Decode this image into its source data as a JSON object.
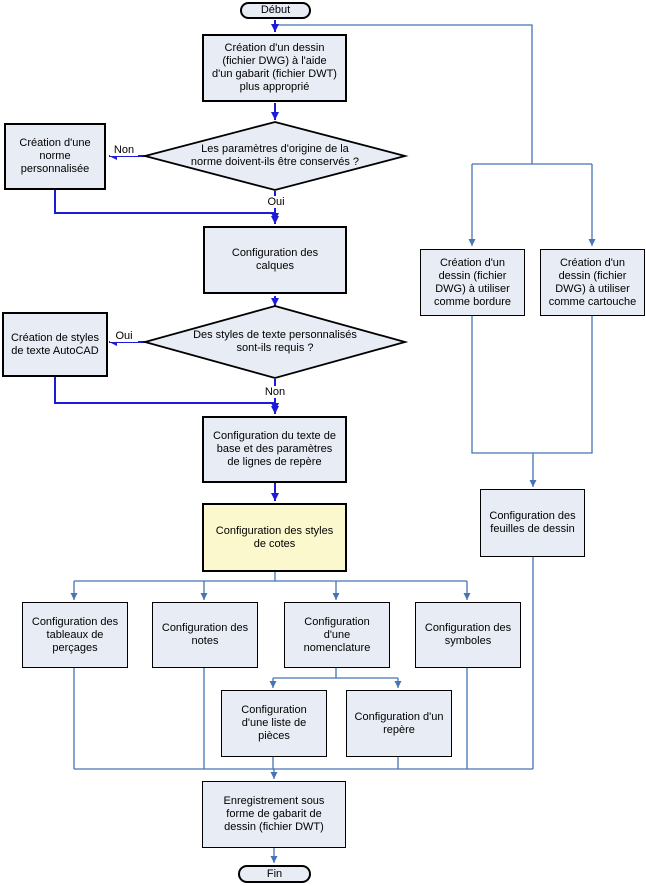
{
  "colors": {
    "main_flow": "#1c1cd8",
    "branch_flow": "#4674b4",
    "node_fill": "#e8ecf4",
    "highlight_fill": "#fcf8ce",
    "border": "#000000"
  },
  "nodes": {
    "start": {
      "label": "Début"
    },
    "create_dwg": {
      "label": "Création d'un dessin\n(fichier DWG) à l'aide\nd'un gabarit (fichier DWT)\nplus approprié"
    },
    "decision_norme": {
      "label": "Les paramètres d'origine de la\nnorme doivent-ils être conservés ?"
    },
    "norme_perso": {
      "label": "Création d'une\nnorme\npersonnalisée"
    },
    "calques": {
      "label": "Configuration des\ncalques"
    },
    "decision_texte": {
      "label": "Des styles de texte personnalisés\nsont-ils requis ?"
    },
    "styles_texte": {
      "label": "Création de styles\nde texte AutoCAD"
    },
    "texte_base": {
      "label": "Configuration du texte de\nbase et des paramètres\nde lignes de repère"
    },
    "styles_cotes": {
      "label": "Configuration des styles\nde cotes"
    },
    "bordure": {
      "label": "Création d'un\ndessin (fichier\nDWG) à utiliser\ncomme bordure"
    },
    "cartouche": {
      "label": "Création d'un\ndessin (fichier\nDWG) à utiliser\ncomme cartouche"
    },
    "feuilles": {
      "label": "Configuration des\nfeuilles de dessin"
    },
    "percages": {
      "label": "Configuration des\ntableaux de\nperçages"
    },
    "notes": {
      "label": "Configuration des\nnotes"
    },
    "nomenclature": {
      "label": "Configuration\nd'une\nnomenclature"
    },
    "symboles": {
      "label": "Configuration des\nsymboles"
    },
    "liste_pieces": {
      "label": "Configuration\nd'une liste de\npièces"
    },
    "repere": {
      "label": "Configuration d'un\nrepère"
    },
    "enregistrement": {
      "label": "Enregistrement sous\nforme de gabarit de\ndessin (fichier DWT)"
    },
    "fin": {
      "label": "Fin"
    }
  },
  "edge_labels": {
    "non1": "Non",
    "oui1": "Oui",
    "oui2": "Oui",
    "non2": "Non"
  }
}
